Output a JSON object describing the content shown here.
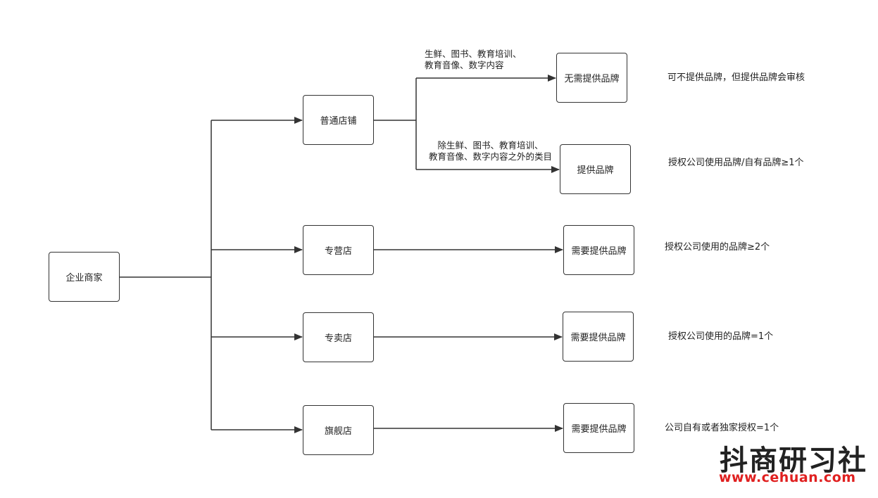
{
  "nodes": {
    "root": "企业商家",
    "store_general": "普通店铺",
    "store_specialty": "专营店",
    "store_exclusive": "专卖店",
    "store_flagship": "旗舰店",
    "brand_not_required": "无需提供品牌",
    "brand_provide": "提供品牌",
    "brand_required_specialty": "需要提供品牌",
    "brand_required_exclusive": "需要提供品牌",
    "brand_required_flagship": "需要提供品牌"
  },
  "edge_labels": {
    "general_upper": [
      "生鲜、图书、教育培训、",
      "教育音像、数字内容"
    ],
    "general_lower": [
      "除生鲜、图书、教育培训、",
      "教育音像、数字内容之外的类目"
    ]
  },
  "notes": {
    "not_required": "可不提供品牌，但提供品牌会审核",
    "provide": "授权公司使用品牌/自有品牌≥1个",
    "specialty": "授权公司使用的品牌≥2个",
    "exclusive": "授权公司使用的品牌=1个",
    "flagship": "公司自有或者独家授权=1个"
  },
  "watermark": {
    "title": "抖商研习社",
    "url": "www.cehuan.com"
  },
  "colors": {
    "line": "#333333",
    "box_border": "#333333",
    "watermark_url": "#e02020"
  }
}
